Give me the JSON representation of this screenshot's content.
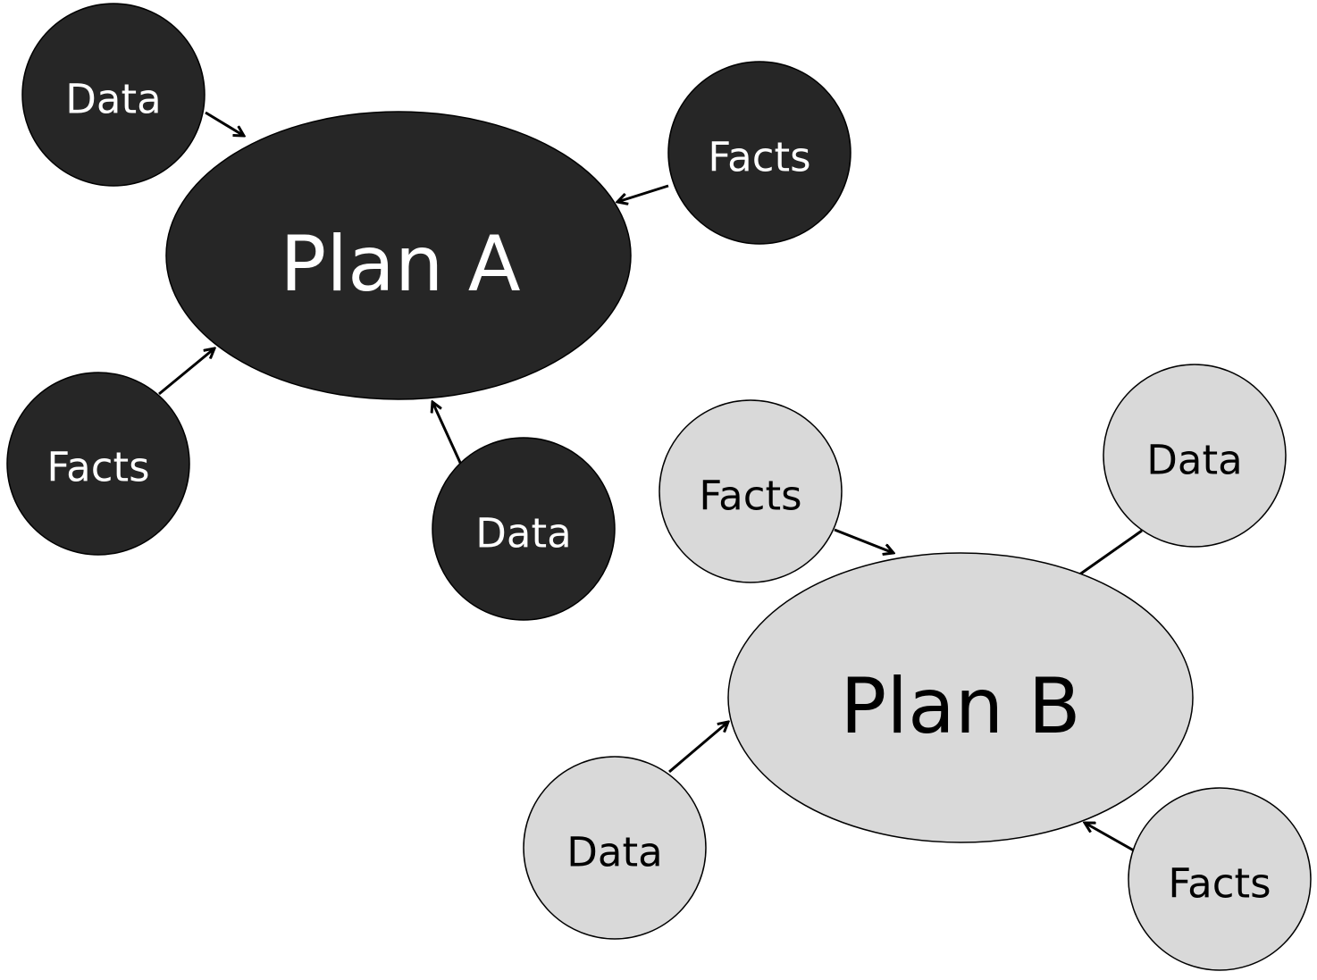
{
  "colors": {
    "plan_a_fill": "#262626",
    "plan_a_text": "#ffffff",
    "plan_b_fill": "#d9d9d9",
    "plan_b_text": "#000000",
    "outline": "#000000",
    "arrow": "#000000"
  },
  "plan_a": {
    "label": "Plan A",
    "inputs": [
      {
        "label": "Data"
      },
      {
        "label": "Facts"
      },
      {
        "label": "Facts"
      },
      {
        "label": "Data"
      }
    ]
  },
  "plan_b": {
    "label": "Plan B",
    "inputs": [
      {
        "label": "Facts"
      },
      {
        "label": "Data"
      },
      {
        "label": "Data"
      },
      {
        "label": "Facts"
      }
    ]
  }
}
